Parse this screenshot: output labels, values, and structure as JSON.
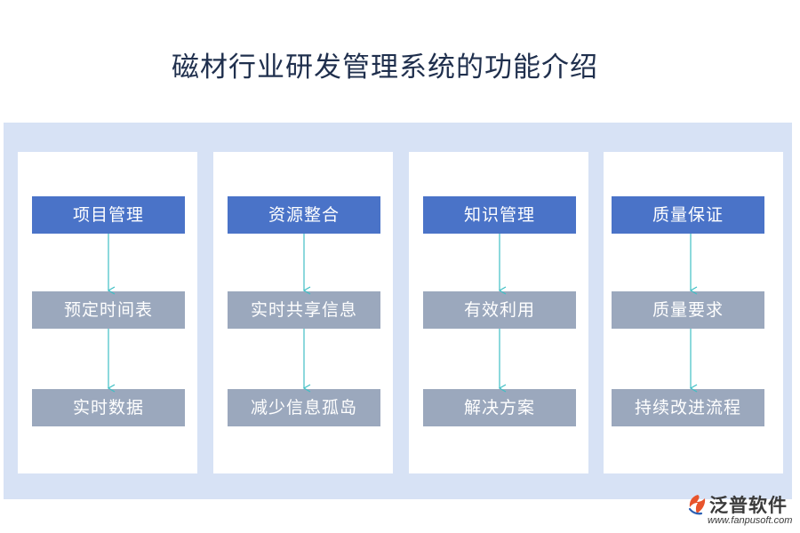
{
  "title": "磁材行业研发管理系统的功能介绍",
  "columns": [
    {
      "header": "项目管理",
      "steps": [
        "预定时间表",
        "实时数据"
      ]
    },
    {
      "header": "资源整合",
      "steps": [
        "实时共享信息",
        "减少信息孤岛"
      ]
    },
    {
      "header": "知识管理",
      "steps": [
        "有效利用",
        "解决方案"
      ]
    },
    {
      "header": "质量保证",
      "steps": [
        "质量要求",
        "持续改进流程"
      ]
    }
  ],
  "colors": {
    "header_box": "#4a73c8",
    "step_box": "#9ba8bd",
    "arrow": "#3fbfc4",
    "panel": "#d7e2f5"
  },
  "logo": {
    "name": "泛普软件",
    "url": "www.fanpusoft.com"
  }
}
